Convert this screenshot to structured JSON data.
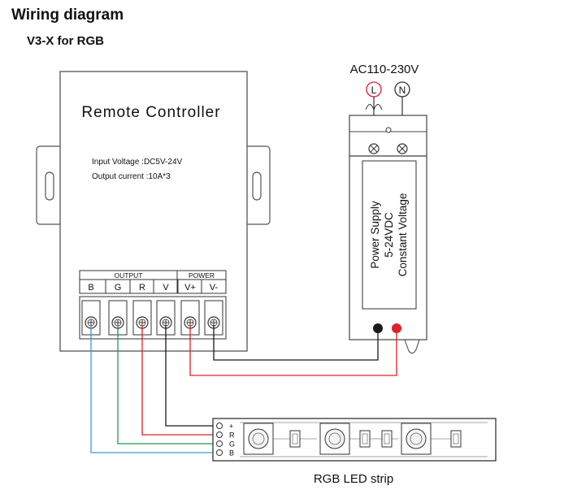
{
  "header": {
    "title": "Wiring diagram",
    "subtitle": "V3-X for RGB"
  },
  "controller": {
    "title": "Remote Controller",
    "input_voltage": "Input Voltage :DC5V-24V",
    "output_current": "Output current :10A*3",
    "output_group": "OUTPUT",
    "power_group": "POWER",
    "terminals": [
      "B",
      "G",
      "R",
      "V",
      "V+",
      "V-"
    ]
  },
  "power_supply": {
    "ac_label": "AC110-230V",
    "live": "L",
    "neutral": "N",
    "line1": "Power Supply",
    "line2": "5-24VDC",
    "line3": "Constant Voltage"
  },
  "strip": {
    "label": "RGB LED strip",
    "pins": [
      "+",
      "R",
      "G",
      "B"
    ]
  },
  "wires": {
    "blue": "#3a9ad9",
    "green": "#1f9a4a",
    "red": "#e0202a",
    "black": "#1a1a1a"
  }
}
